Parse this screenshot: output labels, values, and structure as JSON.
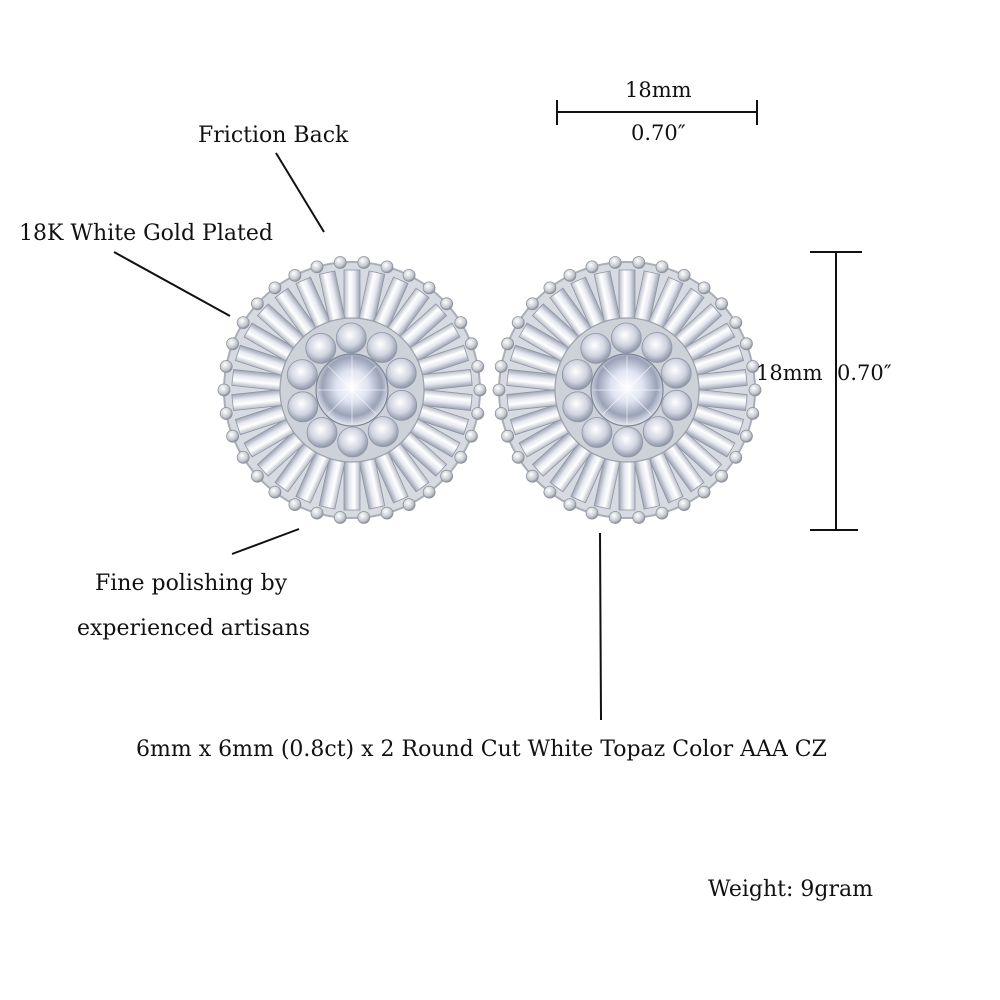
{
  "callouts": {
    "friction_back": "Friction Back",
    "gold_plated": "18K White Gold Plated",
    "polishing_line1": "Fine polishing by",
    "polishing_line2": "experienced artisans",
    "stone_spec": "6mm x 6mm (0.8ct) x 2 Round Cut White Topaz Color AAA CZ",
    "weight": "Weight: 9gram"
  },
  "dimensions": {
    "width_mm": "18mm",
    "width_in": "0.70″",
    "height_mm": "18mm",
    "height_in": "0.70″"
  },
  "colors": {
    "background": "#ffffff",
    "text": "#111111",
    "metal": "#c9ccd1",
    "stone": "#eef2f8"
  }
}
